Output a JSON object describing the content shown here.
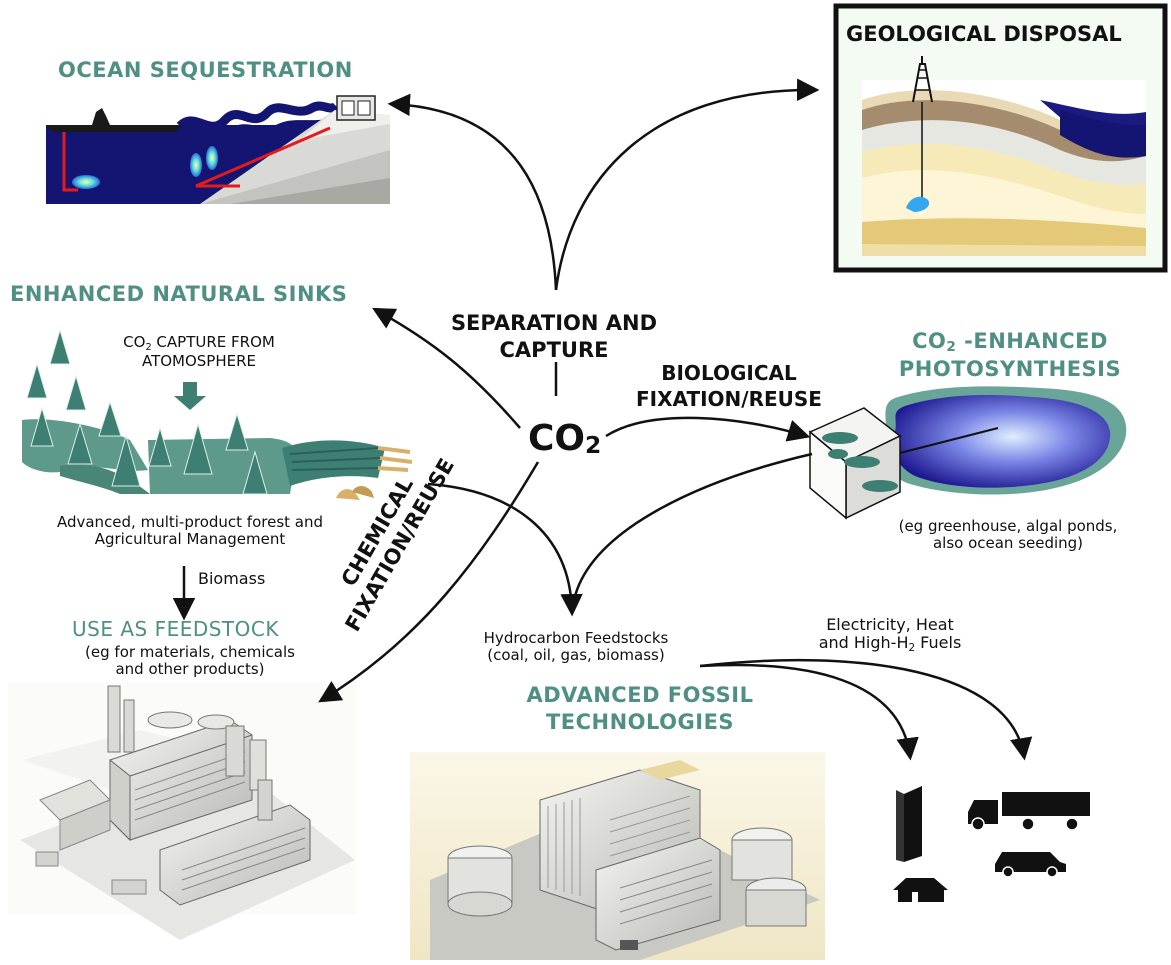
{
  "labels": {
    "ocean": "OCEAN SEQUESTRATION",
    "geological": "GEOLOGICAL DISPOSAL",
    "natural_sinks": "ENHANCED NATURAL SINKS",
    "capture_atm_1": "CO",
    "capture_atm_sub": "2",
    "capture_atm_2": " CAPTURE FROM",
    "capture_atm_3": "ATOMOSPHERE",
    "separation_1": "SEPARATION AND",
    "separation_2": "CAPTURE",
    "co2_main": "CO",
    "co2_sub": "2",
    "bio_1": "BIOLOGICAL",
    "bio_2": "FIXATION/REUSE",
    "photo_1a": "CO",
    "photo_1sub": "2",
    "photo_1b": " -ENHANCED",
    "photo_2": "PHOTOSYNTHESIS",
    "photo_note_1": "(eg greenhouse, algal ponds,",
    "photo_note_2": "also ocean seeding)",
    "forest_1": "Advanced, multi-product forest and",
    "forest_2": "Agricultural Management",
    "biomass": "Biomass",
    "chem_1": "CHEMICAL",
    "chem_2": "FIXATION/REUSE",
    "feedstock": "USE AS FEEDSTOCK",
    "feedstock_note_1": "(eg for materials, chemicals",
    "feedstock_note_2": "and other products)",
    "hydro_1": "Hydrocarbon Feedstocks",
    "hydro_2": "(coal, oil, gas, biomass)",
    "elec_1": "Electricity, Heat",
    "elec_2a": "and High-H",
    "elec_2sub": "2",
    "elec_2b": " Fuels",
    "fossil_1": "ADVANCED FOSSIL",
    "fossil_2": "TECHNOLOGIES"
  },
  "colors": {
    "teal_heading": "#4f8f84",
    "ocean_water": "#141473",
    "tree_green": "#3d7f73",
    "land_green": "#5e9a8c"
  }
}
